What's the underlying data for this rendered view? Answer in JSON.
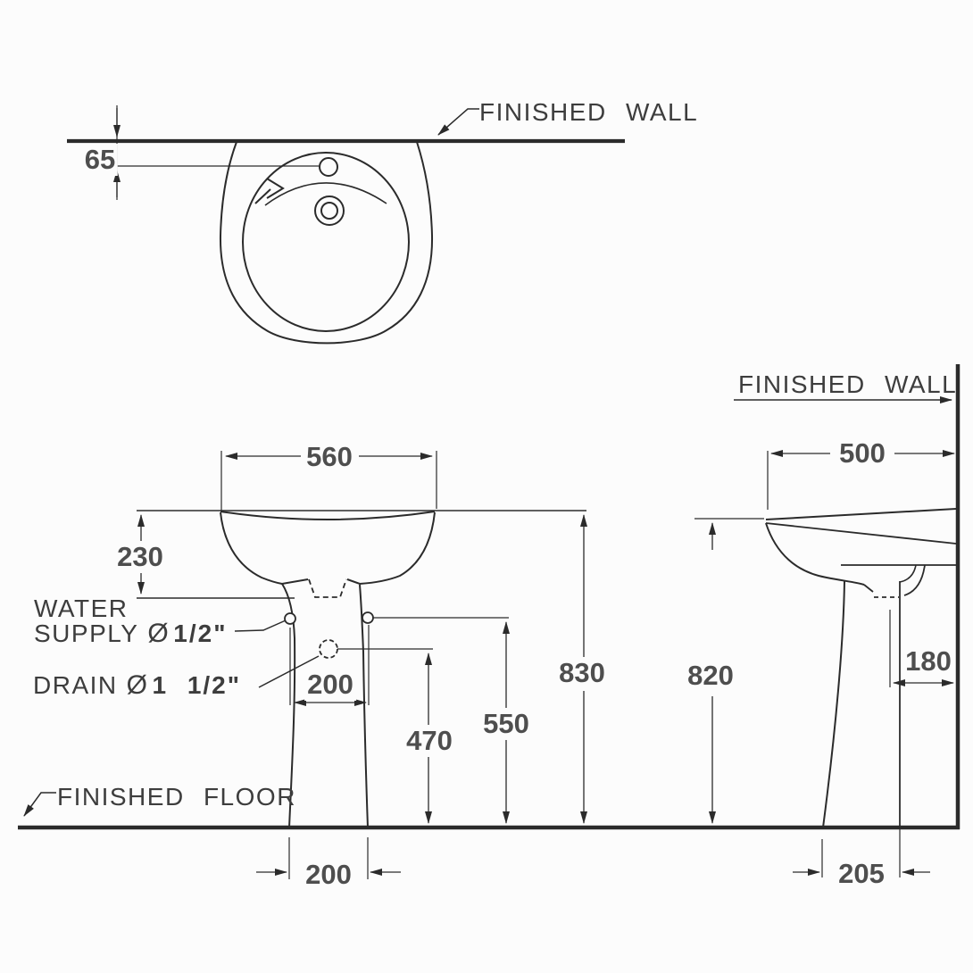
{
  "top_view": {
    "wall_label": "FINISHED WALL",
    "faucet_offset": "65"
  },
  "front_view": {
    "rim_width": "560",
    "rim_to_underside": "230",
    "hole_spacing": "200",
    "drain_height": "470",
    "supply_height": "550",
    "rim_height": "830",
    "base_width": "200",
    "water_supply_line1": "WATER",
    "water_supply_line2": "SUPPLY",
    "water_supply_dia": "Ø",
    "water_supply_size": "1/2\"",
    "drain_label": "DRAIN",
    "drain_dia": "Ø",
    "drain_size": "1 1/2\"",
    "floor_label": "FINISHED FLOOR"
  },
  "side_view": {
    "wall_label": "FINISHED WALL",
    "rim_depth": "500",
    "rim_height": "820",
    "trap_offset": "180",
    "base_depth": "205"
  },
  "colors": {
    "line": "#2b2b2b",
    "dim_text": "#4e4e4e",
    "label_text": "#3d3d3d",
    "background": "#fcfcfc"
  }
}
